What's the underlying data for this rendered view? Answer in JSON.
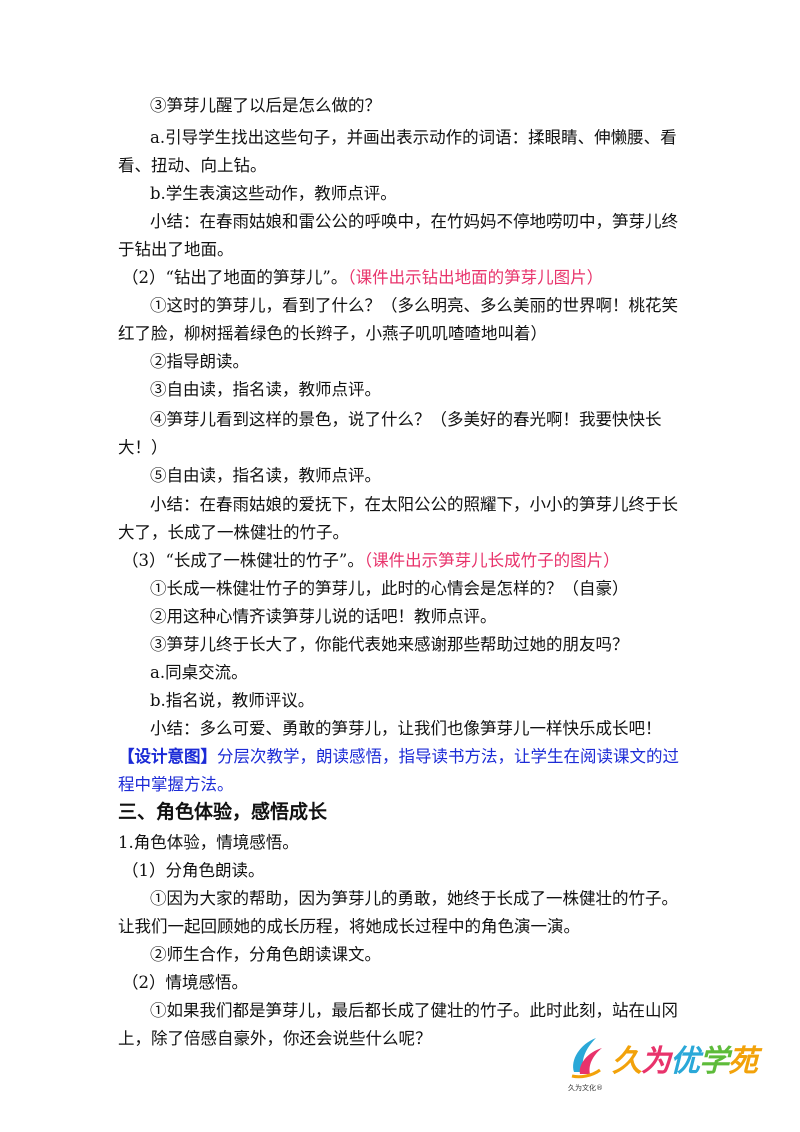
{
  "lines": [
    "③笋芽儿醒了以后是怎么做的？",
    "a.引导学生找出这些句子，并画出表示动作的词语：揉眼睛、伸懒腰、看",
    "看、扭动、向上钻。",
    "b.学生表演这些动作，教师点评。",
    "小结：在春雨姑娘和雷公公的呼唤中，在竹妈妈不停地唠叨中，笋芽儿终",
    "于钻出了地面。",
    "（2）“钻出了地面的笋芽儿”。",
    "（课件出示钻出地面的笋芽儿图片）",
    "①这时的笋芽儿，看到了什么？（多么明亮、多么美丽的世界啊！桃花笑",
    "红了脸，柳树摇着绿色的长辫子，小燕子叽叽喳喳地叫着）",
    "②指导朗读。",
    "③自由读，指名读，教师点评。",
    "④笋芽儿看到这样的景色，说了什么？（多美好的春光啊！我要快快长",
    "大！）",
    "⑤自由读，指名读，教师点评。",
    "小结：在春雨姑娘的爱抚下，在太阳公公的照耀下，小小的笋芽儿终于长",
    "大了，长成了一株健壮的竹子。",
    "（3）“长成了一株健壮的竹子”。",
    "（课件出示笋芽儿长成竹子的图片）",
    "①长成一株健壮竹子的笋芽儿，此时的心情会是怎样的？（自豪）",
    "②用这种心情齐读笋芽儿说的话吧！教师点评。",
    "③笋芽儿终于长大了，你能代表她来感谢那些帮助过她的朋友吗？",
    "a.同桌交流。",
    "b.指名说，教师评议。",
    "小结：多么可爱、勇敢的笋芽儿，让我们也像笋芽儿一样快乐成长吧！",
    "【设计意图】",
    "分层次教学，朗读感悟，指导读书方法，让学生在阅读课文的过",
    "程中掌握方法。",
    "三、角色体验，感悟成长",
    "1.角色体验，情境感悟。",
    "（1）分角色朗读。",
    "①因为大家的帮助，因为笋芽儿的勇敢，她终于长成了一株健壮的竹子。",
    "让我们一起回顾她的成长历程，将她成长过程中的角色演一演。",
    "②师生合作，分角色朗读课文。",
    "（2）情境感悟。",
    "①如果我们都是笋芽儿，最后都长成了健壮的竹子。此时此刻，站在山冈",
    "上，除了倍感自豪外，你还会说些什么呢？"
  ],
  "logo": {
    "caption": "久为文化®",
    "brand_1": "久",
    "brand_2": "为",
    "brand_3": "优",
    "brand_4": "学",
    "brand_5": "苑"
  },
  "colors": {
    "pink": "#e8336b",
    "blue": "#1c2bd6"
  }
}
